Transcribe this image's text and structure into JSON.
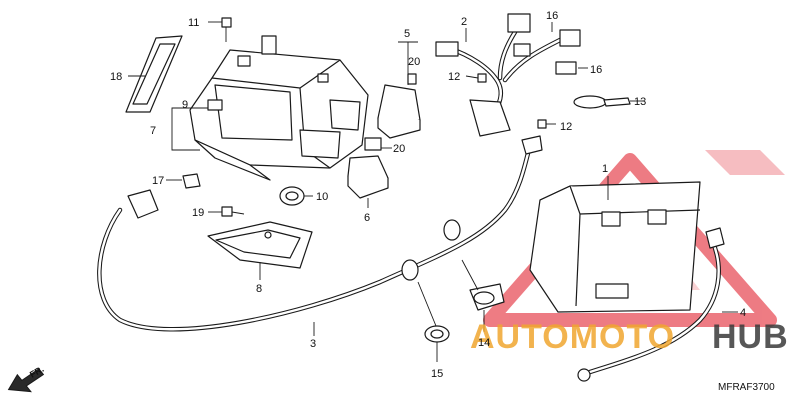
{
  "diagram": {
    "diagram_code": "MFRAF3700",
    "direction_label": "FR.",
    "callouts": [
      "1",
      "2",
      "3",
      "4",
      "5",
      "6",
      "7",
      "8",
      "9",
      "10",
      "11",
      "12",
      "12",
      "13",
      "14",
      "15",
      "16",
      "16",
      "17",
      "18",
      "19",
      "20",
      "20"
    ]
  },
  "watermark": {
    "brand_part1": "AUTOMOTO",
    "brand_part2": "HUB",
    "color_primary": "#f0a630",
    "color_secondary": "#3a3a3a",
    "color_logo": "#e8505a"
  }
}
